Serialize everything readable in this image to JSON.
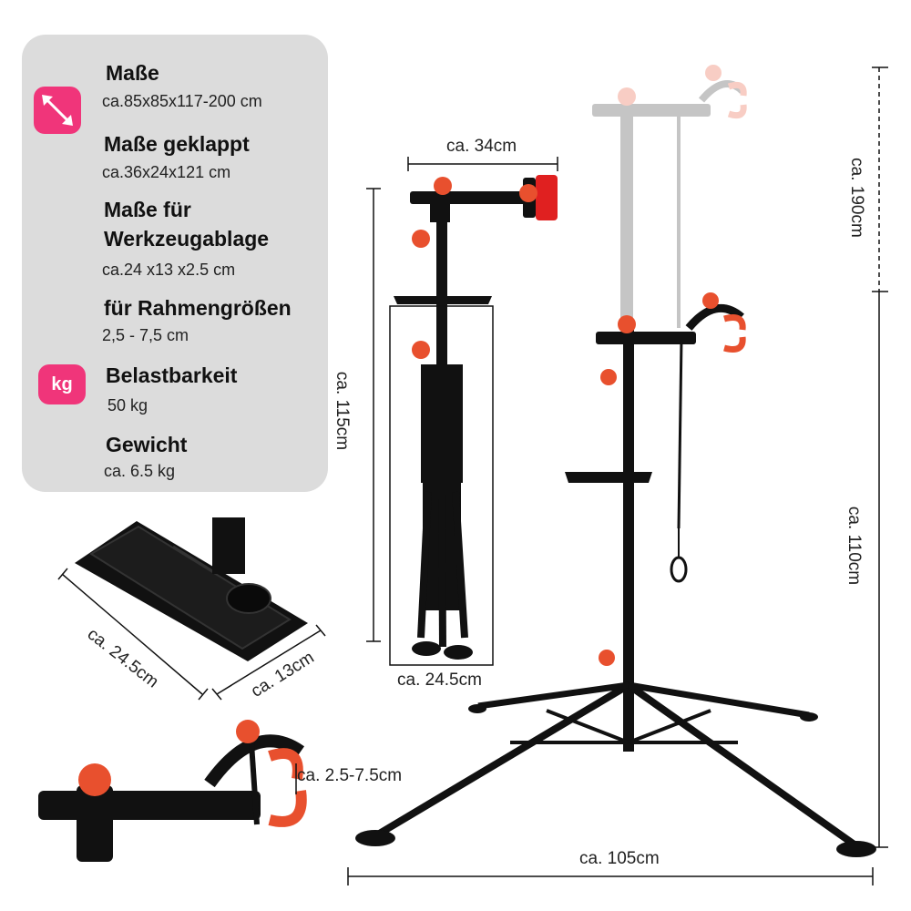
{
  "specs": [
    {
      "title": "Maße",
      "value": "ca.85x85x117-200 cm"
    },
    {
      "title": "Maße geklappt",
      "value": "ca.36x24x121 cm"
    },
    {
      "title": "Maße für Werkzeugablage",
      "value": "ca.24 x13 x2.5 cm"
    },
    {
      "title": "für Rahmengrößen",
      "value": "2,5 - 7,5 cm"
    },
    {
      "title": "Belastbarkeit",
      "value": "50 kg"
    },
    {
      "title": "Gewicht",
      "value": "ca. 6.5 kg"
    }
  ],
  "icons": {
    "dimensions": "diagonal-arrows-icon",
    "weight_label": "kg"
  },
  "dimensions": {
    "folded_width": "ca. 34cm",
    "folded_height": "ca. 115cm",
    "folded_base": "ca. 24.5cm",
    "tray_length": "ca. 24.5cm",
    "tray_width": "ca. 13cm",
    "clamp_range": "ca. 2.5-7.5cm",
    "extended_height": "ca. 190cm",
    "stand_height": "ca. 110cm",
    "base_width": "ca. 105cm"
  },
  "colors": {
    "accent": "#f0357a",
    "knob": "#e8502e",
    "metal": "#111111",
    "panel": "#dcdcdc"
  }
}
